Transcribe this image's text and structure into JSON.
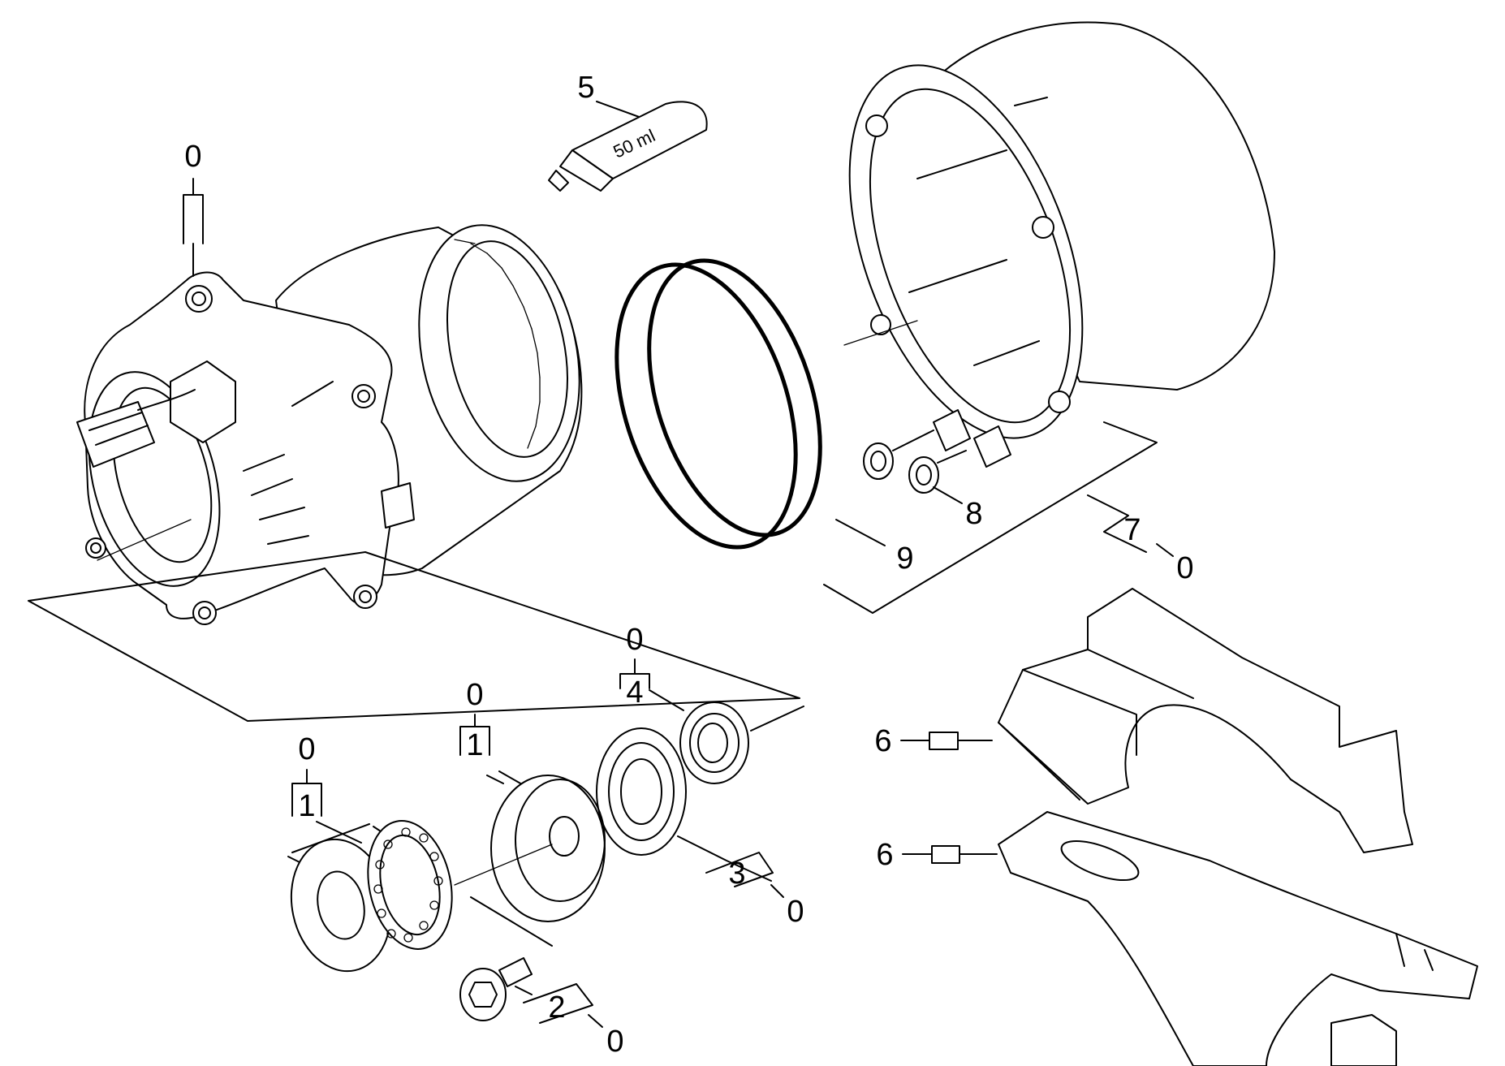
{
  "labels": {
    "motor_top_ref": "0",
    "tube_item": "5",
    "tube_volume": "50 ml",
    "oring_large": "9",
    "oring_small": "8",
    "pump_housing": "7",
    "pump_housing_ref": "0",
    "bearing_top_ref": "0",
    "bearing_item": "4",
    "flange_top_ref": "0",
    "flange_item": "1",
    "washer_top_ref": "0",
    "washer_item": "1",
    "ball_bearing": "3",
    "ball_bearing_ref": "0",
    "screw": "2",
    "screw_ref": "0",
    "bracket_upper": "6",
    "bracket_lower": "6"
  }
}
